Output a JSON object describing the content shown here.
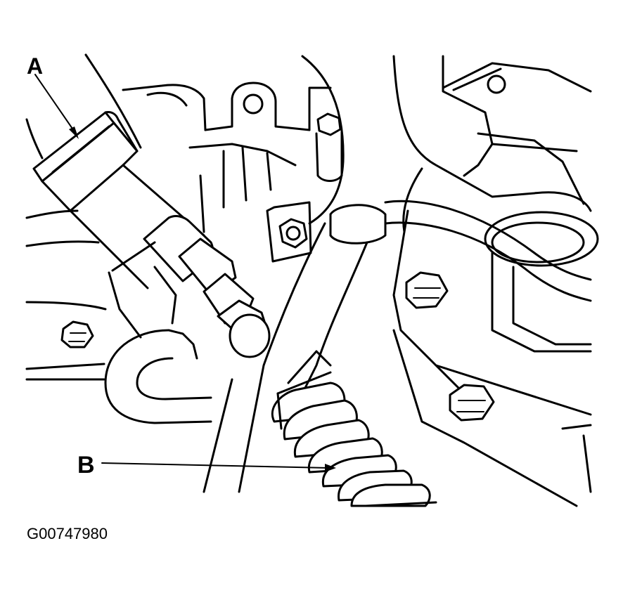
{
  "callouts": {
    "a": "A",
    "b": "B"
  },
  "figure_id": "G00747980",
  "colors": {
    "ink": "#000000",
    "paper": "#ffffff"
  }
}
